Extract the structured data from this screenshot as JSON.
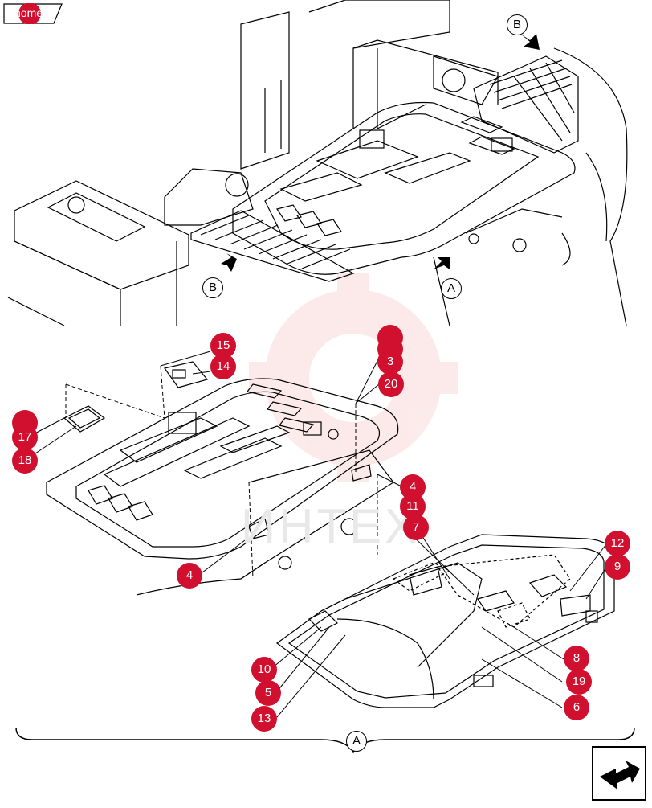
{
  "navigation": {
    "home_label": "home",
    "home_icon": "home-tab-icon",
    "next_icon": "next-page-arrow-icon"
  },
  "colors": {
    "callout": "#d0102e",
    "watermark": "#f7c5c5",
    "line": "#000000"
  },
  "view_labels": {
    "b_top": "B",
    "b_left": "B",
    "a_upper": "A",
    "a_bottom": "A"
  },
  "watermark_text": "ИНТЕХ",
  "callouts": {
    "c15": "15",
    "c14": "14",
    "c3": "3",
    "c20": "20",
    "c17": "17",
    "c18": "18",
    "c4a": "4",
    "c11": "11",
    "c7": "7",
    "c4b": "4",
    "c12": "12",
    "c9": "9",
    "c10": "10",
    "c5": "5",
    "c13": "13",
    "c8": "8",
    "c19": "19",
    "c6": "6"
  }
}
